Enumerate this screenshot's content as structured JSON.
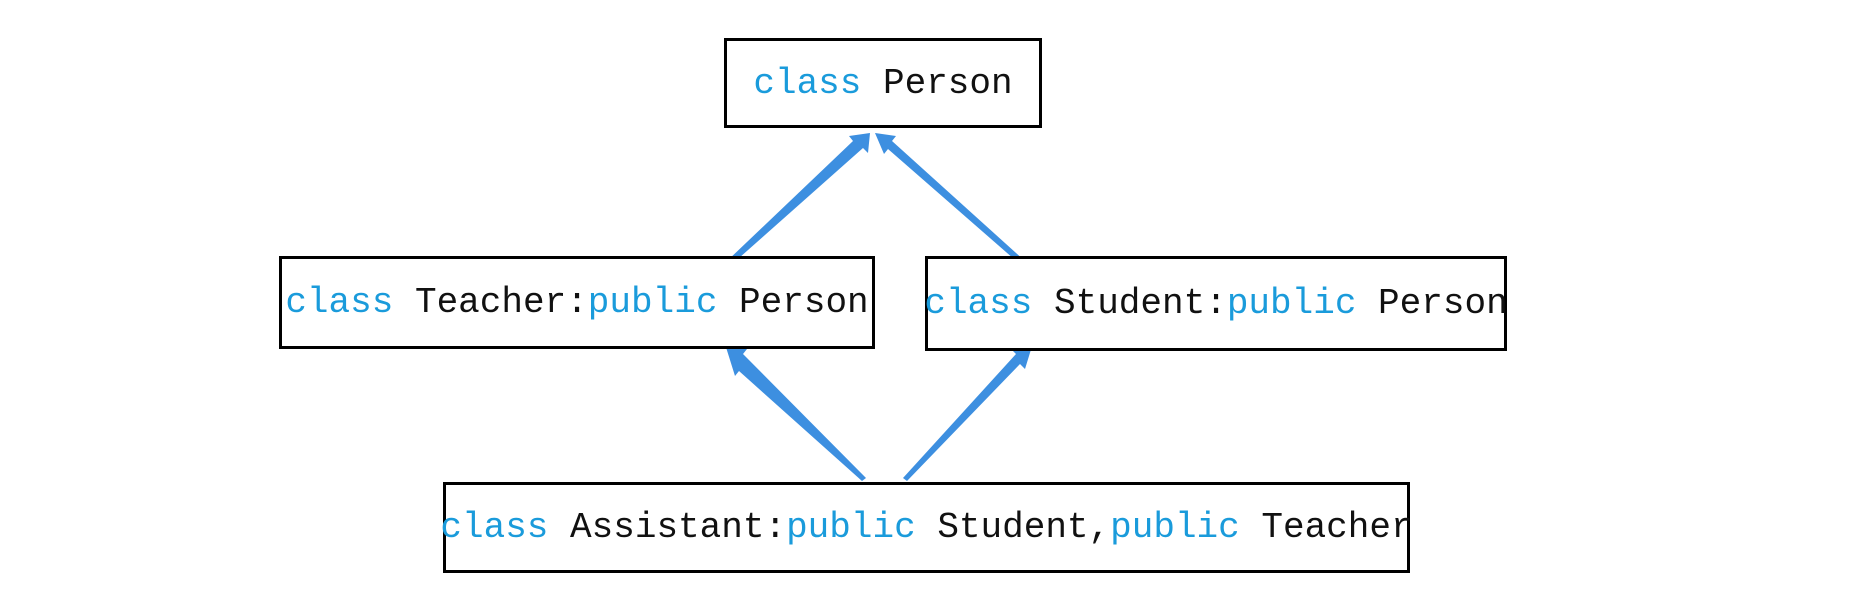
{
  "colors": {
    "keyword": "#1a9bdb",
    "identifier": "#111111",
    "arrow": "#3d8fe0",
    "border": "#000000"
  },
  "classes": {
    "person": {
      "kw1": "class",
      "name": "Person"
    },
    "teacher": {
      "kw1": "class",
      "name": "Teacher:",
      "kw2": "public",
      "base": "Person"
    },
    "student": {
      "kw1": "class",
      "name": "Student:",
      "kw2": "public",
      "base": "Person"
    },
    "assistant": {
      "kw1": "class",
      "name": "Assistant:",
      "kw2": "public",
      "base1": "Student,",
      "kw3": "public",
      "base2": "Teacher"
    }
  },
  "edges": [
    {
      "from": "teacher",
      "to": "person"
    },
    {
      "from": "student",
      "to": "person"
    },
    {
      "from": "assistant",
      "to": "teacher"
    },
    {
      "from": "assistant",
      "to": "student"
    }
  ]
}
